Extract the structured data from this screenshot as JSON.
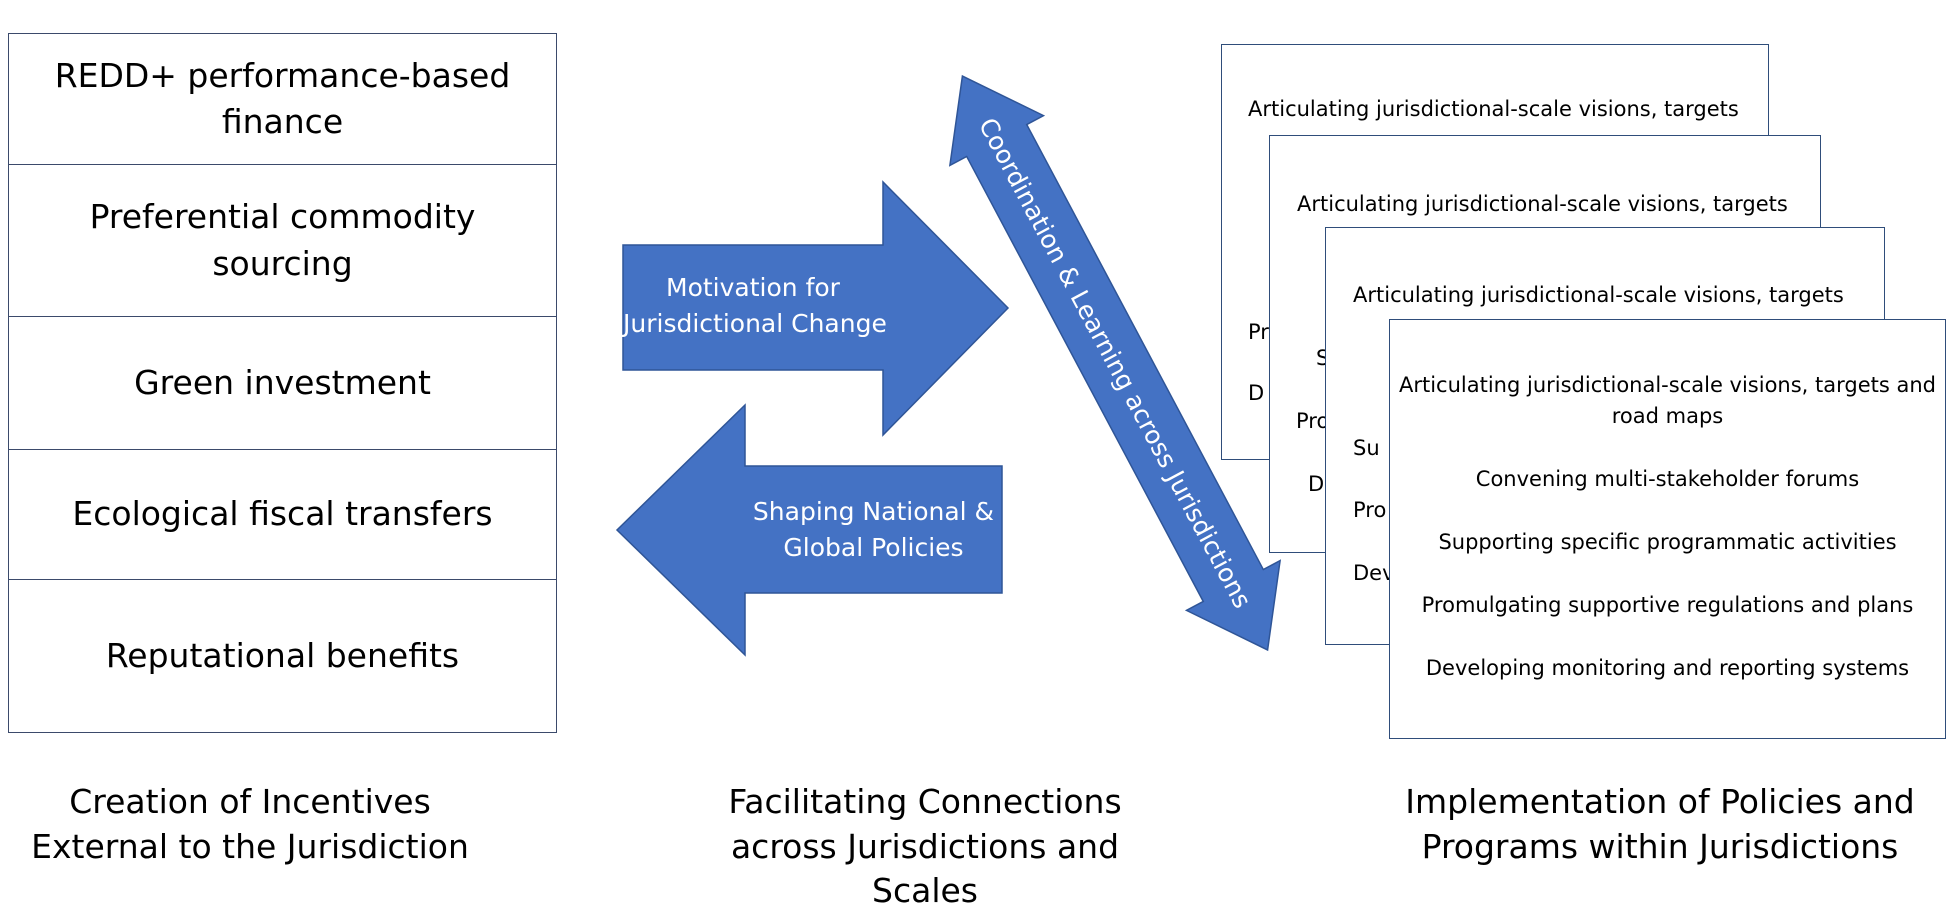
{
  "incentives": {
    "items": [
      "REDD+ performance-based finance",
      "Preferential commodity sourcing",
      "Green investment",
      "Ecological fiscal transfers",
      "Reputational benefits"
    ],
    "footer": [
      "Creation of Incentives",
      "External to the Jurisdiction"
    ]
  },
  "connections": {
    "motivation_arrow": [
      "Motivation for",
      "Jurisdictional Change"
    ],
    "shaping_arrow": [
      "Shaping National &",
      "Global Policies"
    ],
    "coordination_arrow": "Coordination & Learning across Jurisdictions",
    "footer": [
      "Facilitating Connections",
      "across Jurisdictions and",
      "Scales"
    ]
  },
  "implementation": {
    "back_card_title": "Articulating jurisdictional-scale visions, targets",
    "back_fragments": {
      "card1": [
        "Pr",
        "D"
      ],
      "card2": [
        "S",
        "Pro",
        "De"
      ],
      "card3": [
        "Su",
        "Pro",
        "Dev"
      ]
    },
    "front_items": [
      "Articulating jurisdictional-scale visions, targets and road maps",
      "Convening multi-stakeholder forums",
      "Supporting  specific programmatic activities",
      "Promulgating supportive regulations and plans",
      "Developing monitoring  and reporting systems"
    ],
    "footer": [
      "Implementation of Policies and",
      "Programs within Jurisdictions"
    ]
  },
  "colors": {
    "arrow_fill": "#4472c4",
    "arrow_stroke": "#2f5597",
    "box_border": "#3b4a6b"
  }
}
